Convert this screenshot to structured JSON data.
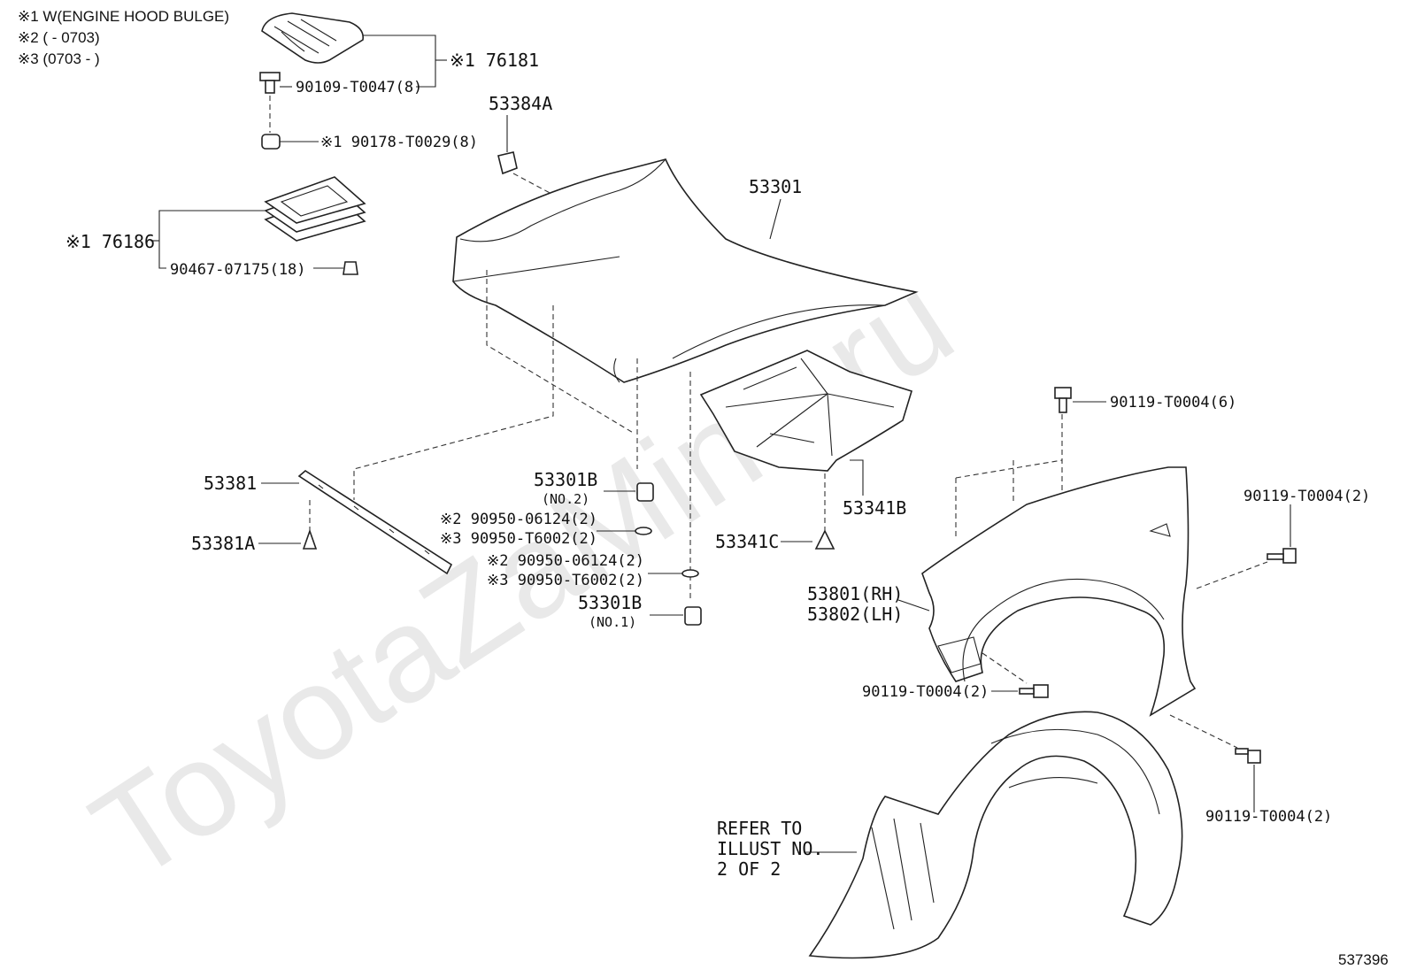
{
  "watermark": "ToyotaZaMine.ru",
  "notes": {
    "note1": "※1 W(ENGINE HOOD BULGE)",
    "note2": "※2 (      - 0703)",
    "note3": "※3 (0703 -      )"
  },
  "labels": {
    "p76181": "※1 76181",
    "p90109": "90109-T0047(8)",
    "p90178": "※1 90178-T0029(8)",
    "p76186": "※1 76186",
    "p90467": "90467-07175(18)",
    "p53384A": "53384A",
    "p53301": "53301",
    "p53381": "53381",
    "p53381A": "53381A",
    "p53301B_2": "53301B",
    "p53301B_2_sub": "(NO.2)",
    "p90950_a1": "※2 90950-06124(2)",
    "p90950_a2": "※3 90950-T6002(2)",
    "p90950_b1": "※2 90950-06124(2)",
    "p90950_b2": "※3 90950-T6002(2)",
    "p53301B_1": "53301B",
    "p53301B_1_sub": "(NO.1)",
    "p53341B": "53341B",
    "p53341C": "53341C",
    "p90119_6": "90119-T0004(6)",
    "p90119_r": "90119-T0004(2)",
    "p53801": "53801(RH)",
    "p53802": "53802(LH)",
    "p90119_l": "90119-T0004(2)",
    "p90119_b": "90119-T0004(2)",
    "refer1": "REFER TO",
    "refer2": "ILLUST NO.",
    "refer3": "2 OF 2",
    "figure_no": "537396"
  }
}
